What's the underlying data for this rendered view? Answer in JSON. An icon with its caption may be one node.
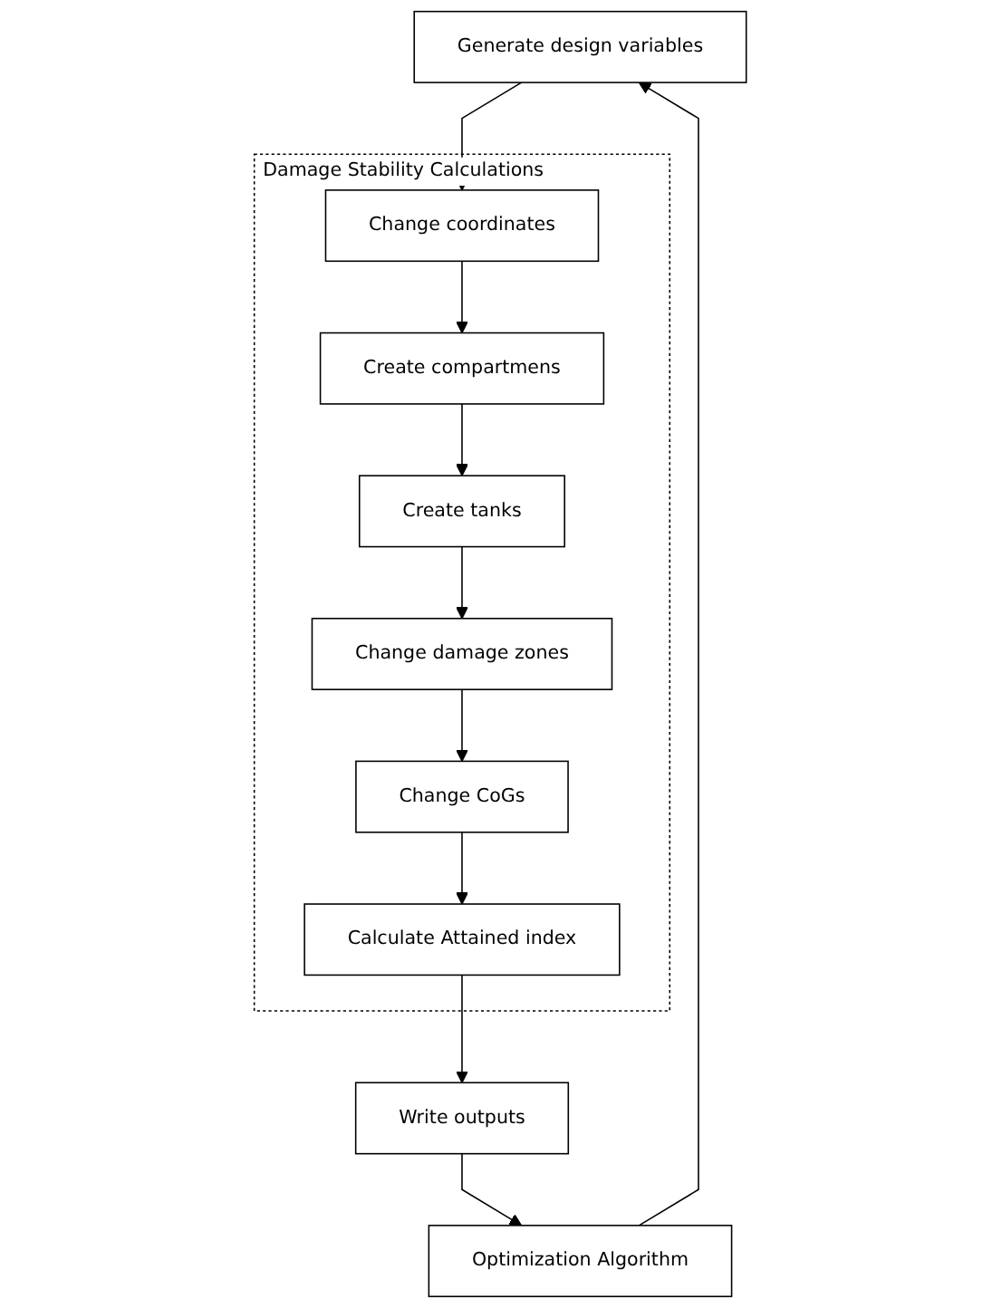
{
  "diagram": {
    "nodes": [
      {
        "text": [
          "Generate design variables"
        ]
      },
      {
        "text": [
          "Damage Stability Calculations"
        ]
      },
      {
        "text": [
          "Change coordinates"
        ],
        "in": 1
      },
      {
        "text": [
          "Create compartmens"
        ],
        "in": 1
      },
      {
        "text": [
          "Create tanks"
        ],
        "in": 1
      },
      {
        "text": [
          "Change damage zones"
        ],
        "in": 1
      },
      {
        "text": [
          "Change CoGs"
        ],
        "in": 1
      },
      {
        "text": [
          "Calculate Attained index"
        ],
        "in": 1
      },
      {
        "text": [
          "Write outputs"
        ]
      },
      {
        "text": [
          "Optimization Algorithm"
        ]
      }
    ],
    "edges": [
      {
        "from": 0,
        "to": 2,
        "arrow": "to"
      },
      {
        "from": 2,
        "to": 3,
        "arrow": "to"
      },
      {
        "from": 3,
        "to": 4,
        "arrow": "to"
      },
      {
        "from": 4,
        "to": 5,
        "arrow": "to"
      },
      {
        "from": 5,
        "to": 6,
        "arrow": "to"
      },
      {
        "from": 6,
        "to": 7,
        "arrow": "to"
      },
      {
        "from": 7,
        "to": 8,
        "arrow": "to"
      },
      {
        "from": 8,
        "to": 9,
        "arrow": "to"
      },
      {
        "from": 9,
        "to": 0,
        "arrow": "to"
      }
    ]
  }
}
